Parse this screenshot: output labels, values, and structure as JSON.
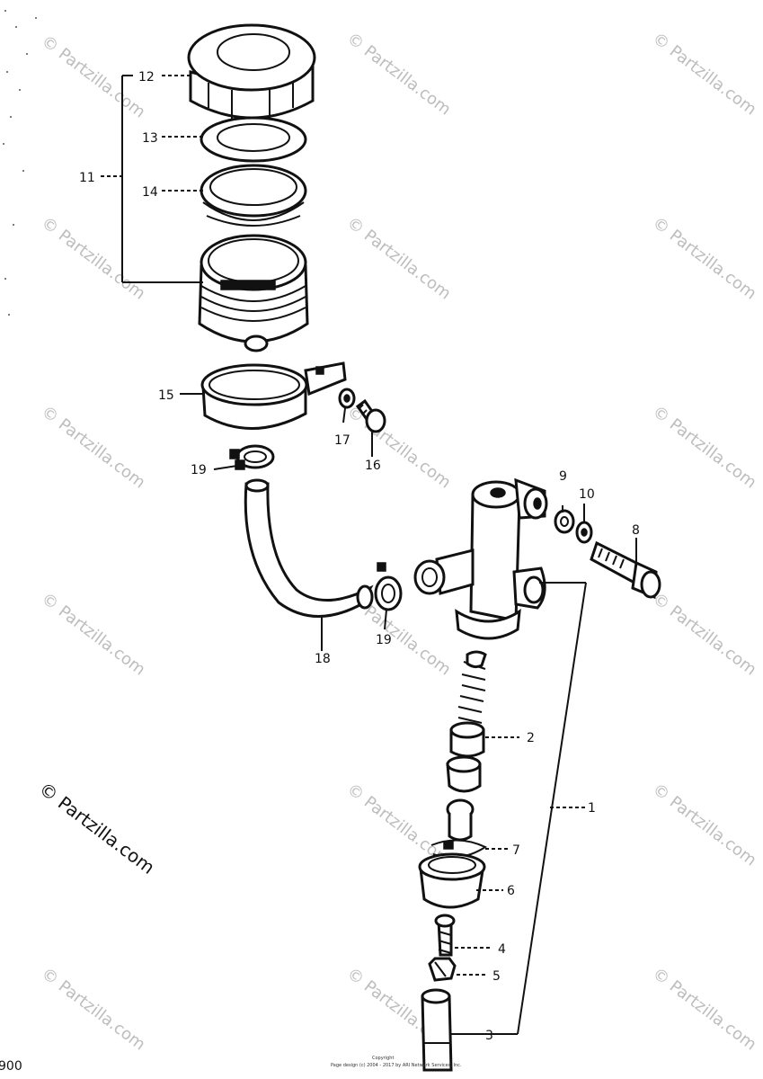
{
  "callouts": {
    "c1": "1",
    "c2": "2",
    "c3": "3",
    "c4": "4",
    "c5": "5",
    "c6": "6",
    "c7": "7",
    "c8": "8",
    "c9": "9",
    "c10": "10",
    "c11": "11",
    "c12": "12",
    "c13": "13",
    "c14": "14",
    "c15": "15",
    "c16": "16",
    "c17": "17",
    "c18": "18",
    "c19a": "19",
    "c19b": "19"
  },
  "watermark": {
    "main": "© Partzilla.com",
    "tile": "© Partzilla.com"
  },
  "footer": {
    "corner": "900",
    "title": "Copyright",
    "line": "Page design (c) 2004 - 2017 by ARI Network Services, Inc."
  }
}
